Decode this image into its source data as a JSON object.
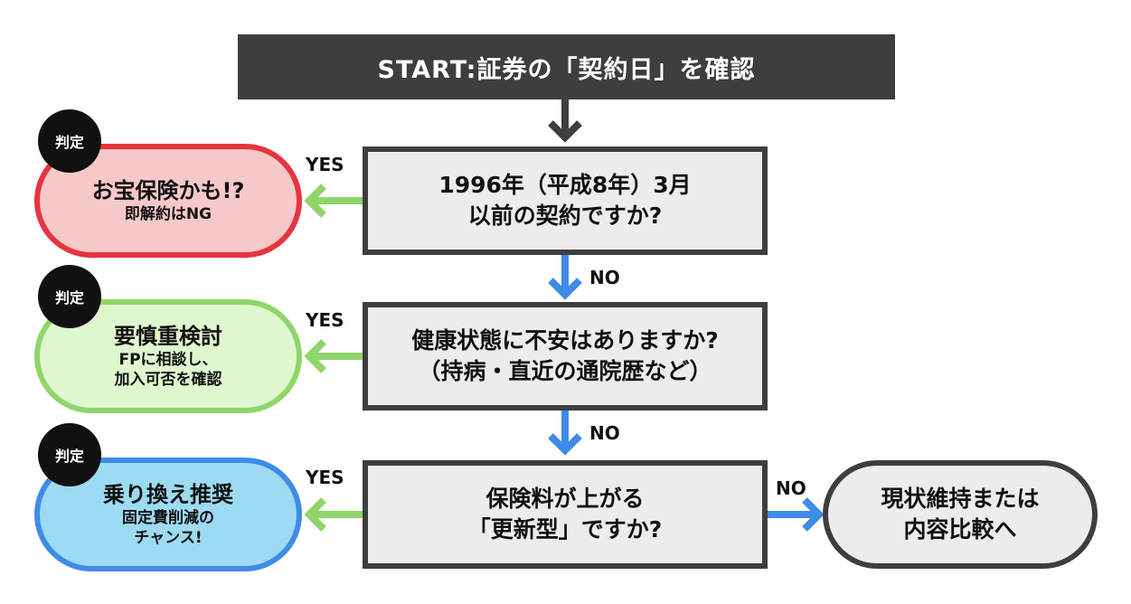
{
  "start": "START:証券の「契約日」を確認",
  "questions": [
    {
      "line1": "1996年（平成8年）3月",
      "line2": "以前の契約ですか?"
    },
    {
      "line1": "健康状態に不安はありますか?",
      "line2": "（持病・直近の通院歴など）"
    },
    {
      "line1": "保険料が上がる",
      "line2": "「更新型」ですか?"
    }
  ],
  "results": [
    {
      "badge": "判定",
      "title": "お宝保険かも!?",
      "sub1": "即解約はNG",
      "sub2": ""
    },
    {
      "badge": "判定",
      "title": "要慎重検討",
      "sub1": "FPに相談し、",
      "sub2": "加入可否を確認"
    },
    {
      "badge": "判定",
      "title": "乗り換え推奨",
      "sub1": "固定費削減の",
      "sub2": "チャンス!"
    }
  ],
  "end": {
    "line1": "現状維持または",
    "line2": "内容比較へ"
  },
  "labels": {
    "yes": "YES",
    "no": "NO"
  },
  "colors": {
    "dark": "#3e3e3f",
    "question_fill": "#ececec",
    "yes_arrow": "#8fd56a",
    "no_arrow": "#3f8be8",
    "result1_fill": "#f7c8ca",
    "result1_border": "#e8343d",
    "result2_fill": "#dff7cf",
    "result2_border": "#8fd56a",
    "result3_fill": "#9ddbf2",
    "result3_border": "#3f8be8"
  }
}
